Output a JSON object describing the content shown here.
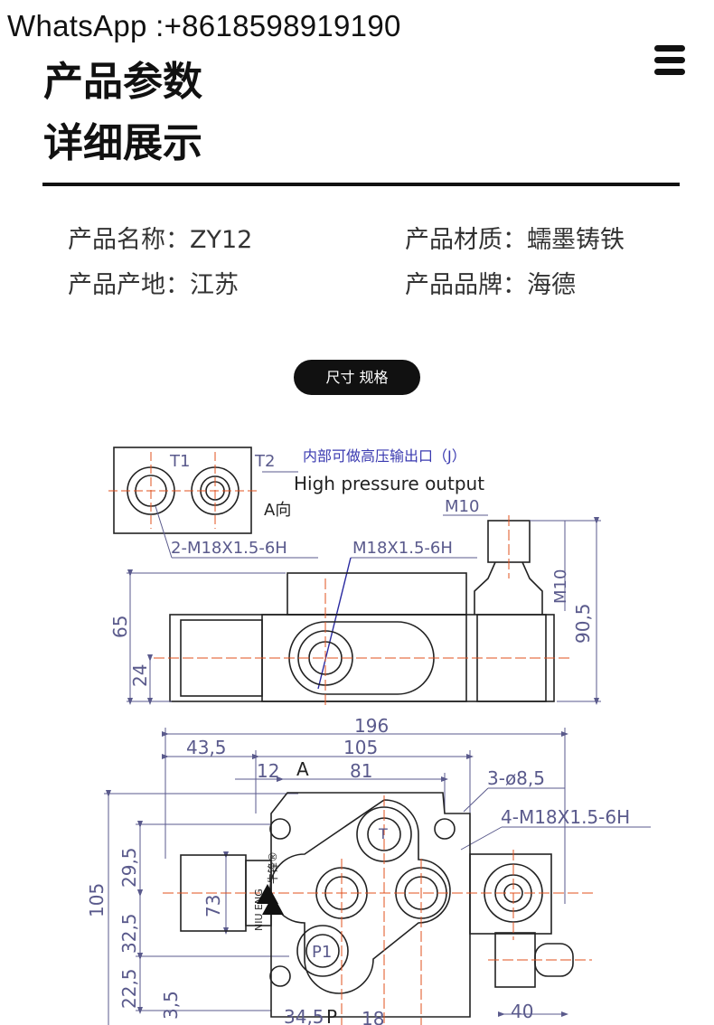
{
  "overlay": {
    "whatsapp": "WhatsApp :+8618598919190"
  },
  "header": {
    "title_line1": "产品参数",
    "title_line2": "详细展示"
  },
  "params": {
    "name": "产品名称：ZY12",
    "material": "产品材质：蠕墨铸铁",
    "origin": "产品产地：江苏",
    "brand": "产品品牌：海德"
  },
  "section_pill": "尺寸 规格",
  "drawing": {
    "t1": "T1",
    "t2": "T2",
    "cn_note": "内部可做高压输出口（J）",
    "en_note": "High pressure output",
    "a_view": "A向",
    "thread_2": "2-M18X1.5-6H",
    "thread_1": "M18X1.5-6H",
    "m10_top": "M10",
    "m10_side": "M10",
    "d65": "65",
    "d24": "24",
    "d905": "90,5",
    "d196": "196",
    "d435": "43,5",
    "d105_top": "105",
    "d12": "12",
    "a_label": "A",
    "d81": "81",
    "holes": "3-ø8,5",
    "thread_4": "4-M18X1.5-6H",
    "d295": "29,5",
    "d105_left": "105",
    "d73": "73",
    "d325": "32,5",
    "d225": "22,5",
    "d35": "3,5",
    "port_t": "T",
    "port_p1": "P1",
    "port_p": "P",
    "d345": "34,5",
    "d18": "18",
    "d40": "40",
    "logo_cn": "牛锋®",
    "logo_en": "NIU ENG"
  }
}
